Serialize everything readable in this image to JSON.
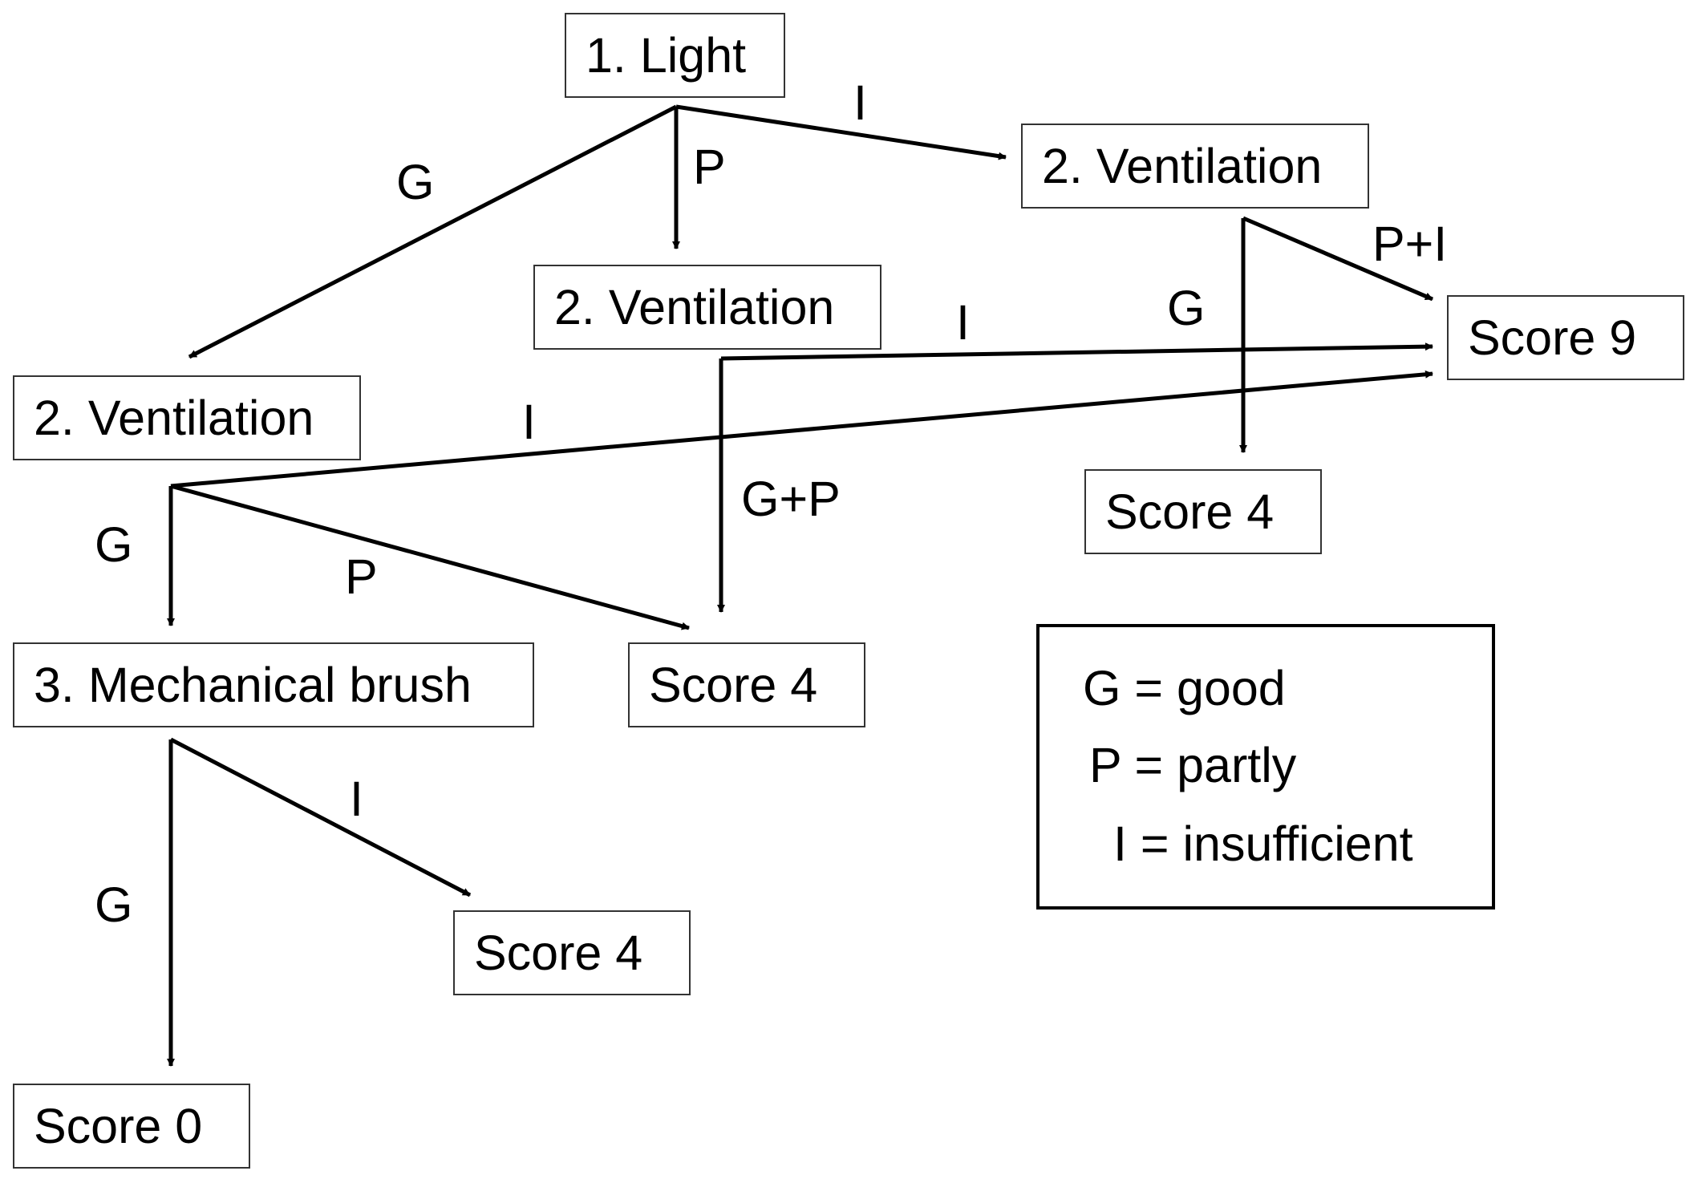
{
  "nodes": {
    "light": "1. Light",
    "ventilation_top_right": "2. Ventilation",
    "ventilation_middle": "2. Ventilation",
    "ventilation_left": "2. Ventilation",
    "score_9": "Score 9",
    "score_4_right": "Score 4",
    "score_4_middle": "Score 4",
    "mechanical_brush": "3. Mechanical brush",
    "score_4_bottom": "Score 4",
    "score_0": "Score 0"
  },
  "edge_labels": {
    "light_G": "G",
    "light_P": "P",
    "light_I": "I",
    "vent_right_P_plus_I": "P+I",
    "vent_right_G": "G",
    "vent_middle_I": "I",
    "vent_middle_G_plus_P": "G+P",
    "vent_left_I": "I",
    "vent_left_G": "G",
    "vent_left_P": "P",
    "brush_I": "I",
    "brush_G": "G"
  },
  "legend": {
    "good": "G = good",
    "partly": "P = partly",
    "insufficient": "I = insufficient"
  }
}
